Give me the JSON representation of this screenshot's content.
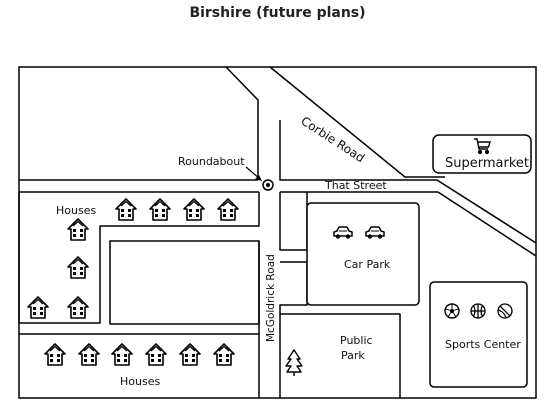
{
  "title": "Birshire (future plans)",
  "labels": {
    "roundabout": "Roundabout",
    "corbie_road": "Corbie Road",
    "that_street": "That Street",
    "mcgoldrick_road": "McGoldrick Road",
    "supermarket": "Supermarket",
    "houses_top": "Houses",
    "houses_bottom": "Houses",
    "car_park": "Car Park",
    "public_park_line1": "Public",
    "public_park_line2": "Park",
    "sports_center": "Sports Center"
  },
  "icons": {
    "house": "house-icon",
    "car": "car-icon",
    "cart": "shopping-cart-icon",
    "tree": "tree-icon",
    "soccer_ball": "soccer-ball-icon",
    "basketball": "basketball-icon",
    "tennis_ball": "tennis-ball-icon",
    "roundabout": "roundabout-marker-icon"
  },
  "colors": {
    "line": "#000000",
    "background": "#ffffff"
  }
}
